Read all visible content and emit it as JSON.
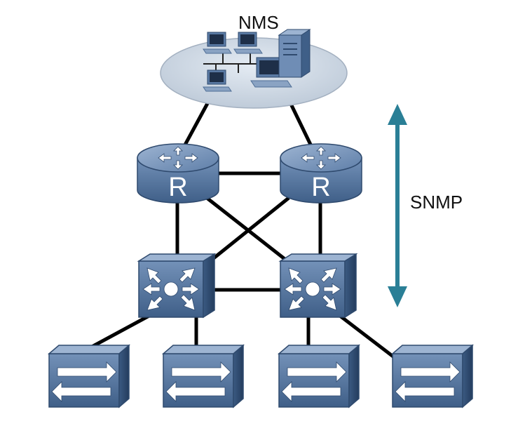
{
  "labels": {
    "nms": "NMS",
    "snmp": "SNMP"
  },
  "icons": {
    "router": "router-icon",
    "core_switch": "core-switch-icon",
    "access_switch": "access-switch-icon",
    "pc": "pc-icon",
    "server": "server-icon"
  },
  "router_glyph": "R",
  "colors": {
    "device_body": "#4f6e95",
    "device_face": "#6f8db5",
    "device_edge": "#2f4a6e",
    "cloud_fill": "#cdd7e3",
    "cloud_edge": "#9aa9bb",
    "snmp_arrow": "#2a7f96",
    "links": "#000000"
  }
}
